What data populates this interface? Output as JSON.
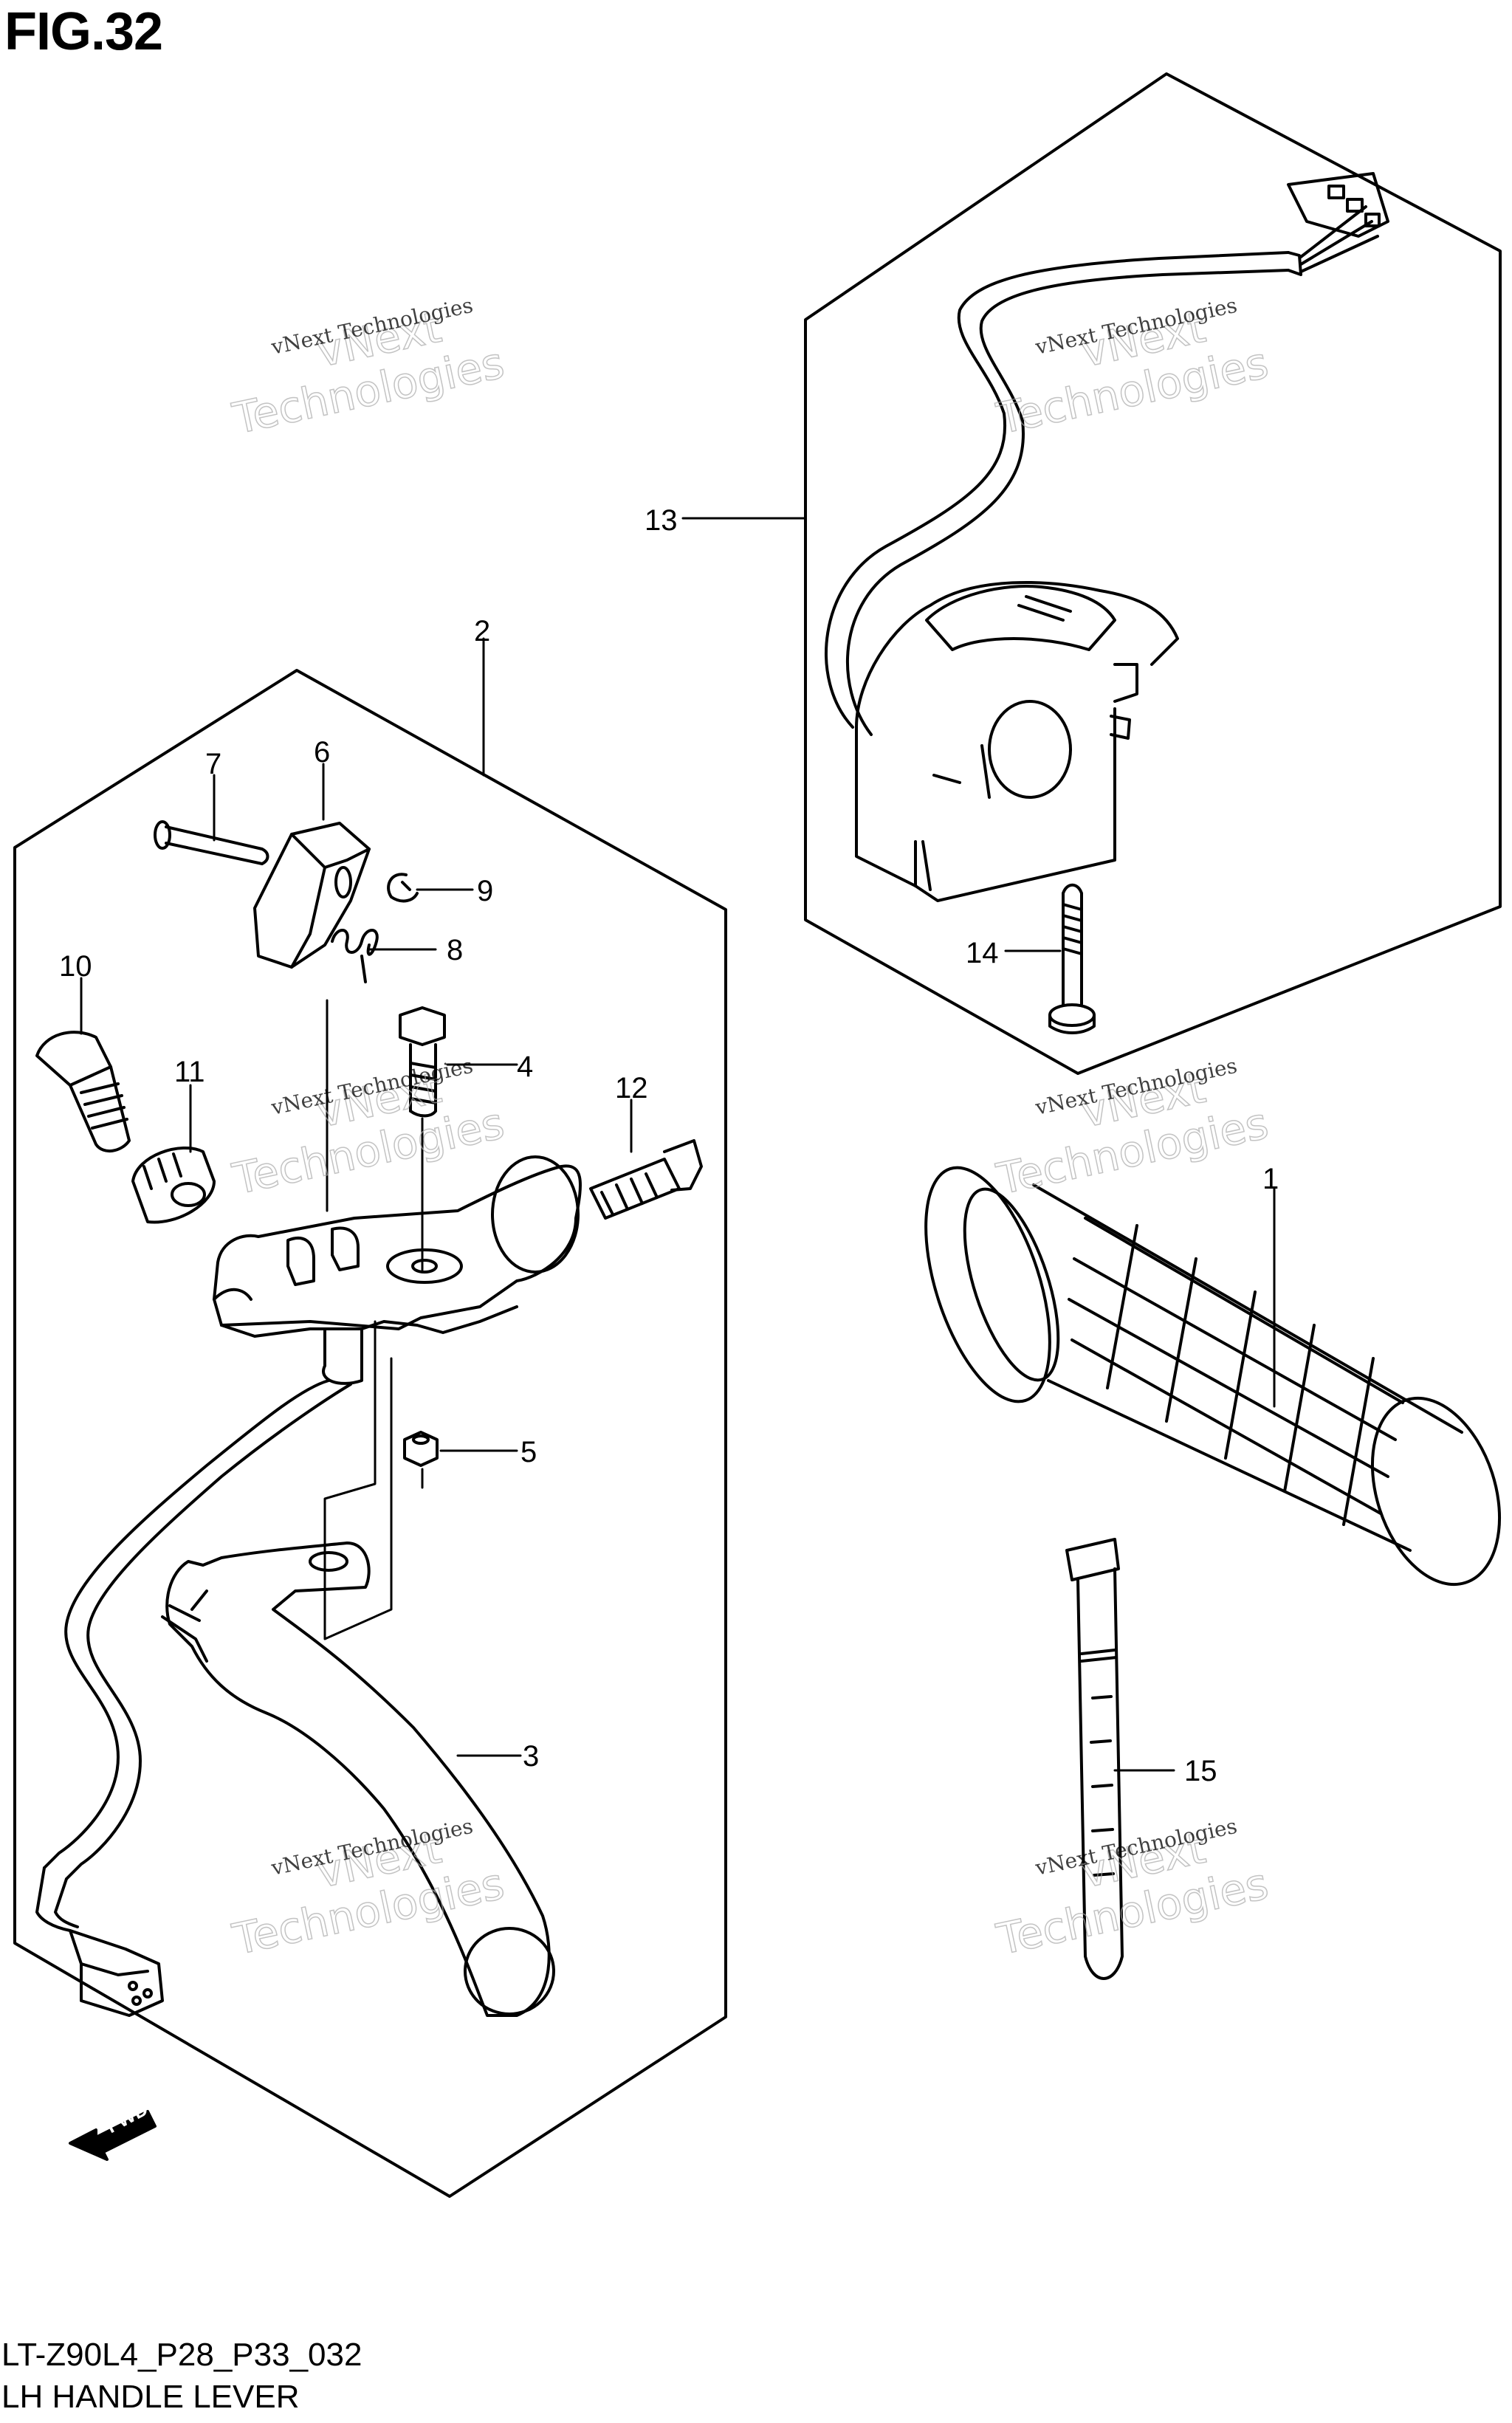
{
  "figure": {
    "title": "FIG.32",
    "code": "LT-Z90L4_P28_P33_032",
    "caption": "LH HANDLE LEVER"
  },
  "watermark": {
    "line1": "vNext Technologies",
    "line2": "vNext",
    "line3": "Technologies"
  },
  "direction_arrow": {
    "label": "FWD"
  },
  "callouts": [
    {
      "id": "1",
      "part": "grip"
    },
    {
      "id": "2",
      "part": "lever-assembly"
    },
    {
      "id": "3",
      "part": "lever"
    },
    {
      "id": "4",
      "part": "bolt"
    },
    {
      "id": "5",
      "part": "nut"
    },
    {
      "id": "6",
      "part": "holder"
    },
    {
      "id": "7",
      "part": "pin"
    },
    {
      "id": "8",
      "part": "spring"
    },
    {
      "id": "9",
      "part": "e-ring"
    },
    {
      "id": "10",
      "part": "adjuster"
    },
    {
      "id": "11",
      "part": "lock-nut"
    },
    {
      "id": "12",
      "part": "bolt"
    },
    {
      "id": "13",
      "part": "switch-assembly"
    },
    {
      "id": "14",
      "part": "screw"
    },
    {
      "id": "15",
      "part": "clamp"
    }
  ]
}
